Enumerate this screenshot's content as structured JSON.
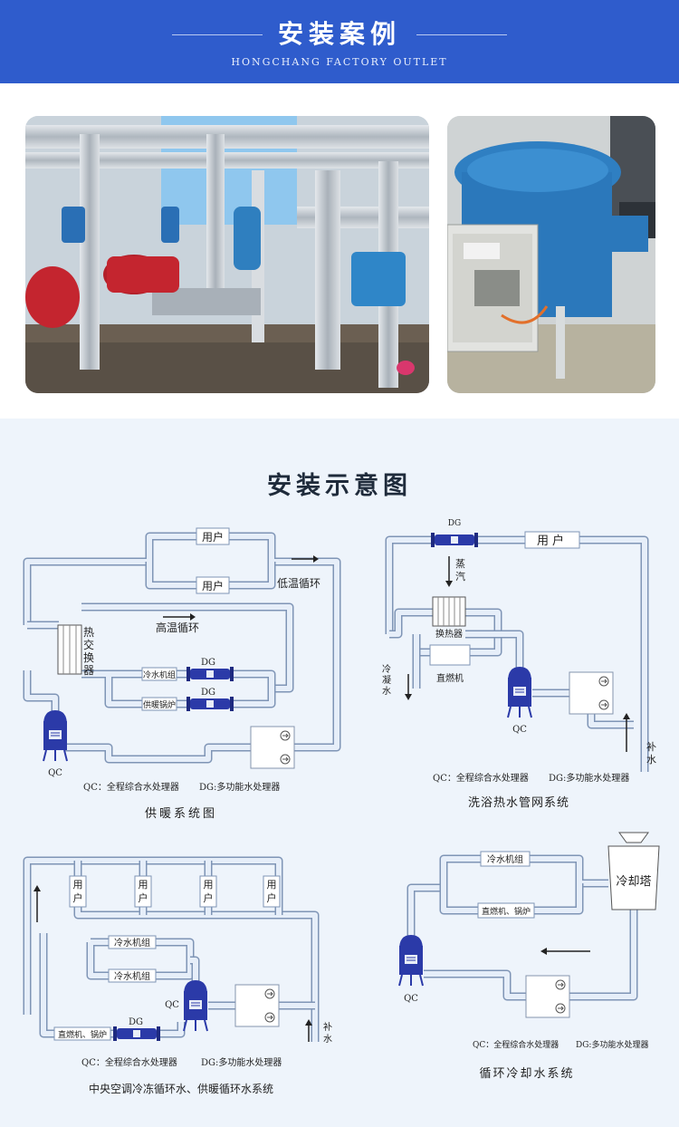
{
  "banner": {
    "title": "安装案例",
    "subtitle": "HONGCHANG FACTORY OUTLET",
    "color": "#2f5ccc"
  },
  "photos": [
    {
      "name": "pump-room-photo"
    },
    {
      "name": "filter-device-photo"
    }
  ],
  "section_title": "安装示意图",
  "legend_qc": "QC：全程综合水处理器",
  "legend_dg": "DG:多功能水处理器",
  "diagrams": {
    "heating": {
      "caption": "供暖系统图",
      "user1": "用户",
      "user2": "用户",
      "low_temp": "低温循环",
      "high_temp": "高温循环",
      "heat_exchanger": "热交换器",
      "chiller": "冷水机组",
      "boiler": "供暖锅炉",
      "dg1": "DG",
      "dg2": "DG",
      "qc": "QC"
    },
    "bath": {
      "caption": "洗浴热水管网系统",
      "dg": "DG",
      "user": "用户",
      "steam": "蒸汽",
      "heat_exchanger": "换热器",
      "direct_fired": "直燃机",
      "condensate": "冷凝水",
      "makeup": "补水",
      "qc": "QC"
    },
    "central_ac": {
      "caption": "中央空调冷冻循环水、供暖循环水系统",
      "users": [
        "用户",
        "用户",
        "用户",
        "用户"
      ],
      "chiller1": "冷水机组",
      "chiller2": "冷水机组",
      "direct_fired": "直燃机、锅炉",
      "dg": "DG",
      "qc": "QC",
      "makeup": "补水"
    },
    "cooling": {
      "caption": "循环冷却水系统",
      "chiller": "冷水机组",
      "direct_fired": "直燃机、锅炉",
      "tower": "冷却塔",
      "qc": "QC"
    }
  },
  "colors": {
    "pipe_fill": "#e6eef9",
    "pipe_stroke": "#7f95b6",
    "device_blue": "#2b3aa8",
    "lower_bg": "#eef4fb"
  }
}
